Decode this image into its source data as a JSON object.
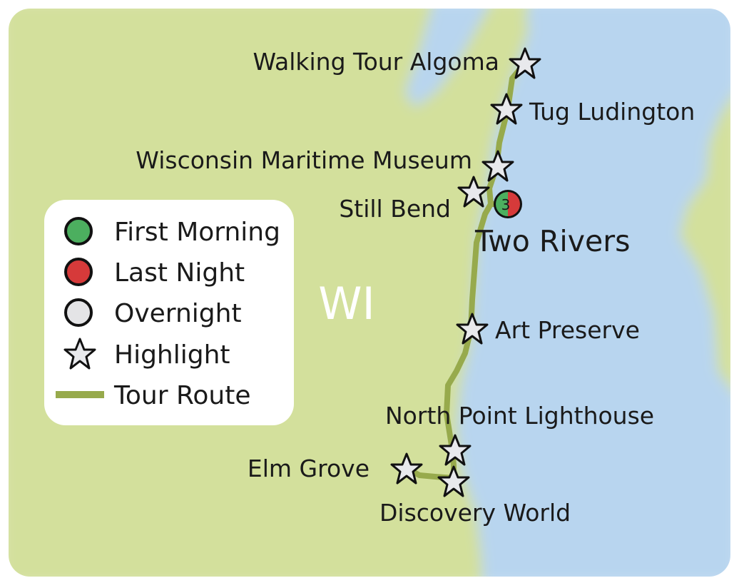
{
  "map": {
    "state_label": "WI",
    "colors": {
      "land": "#d3e09c",
      "water": "#b8d5ef",
      "route": "#97aa4c",
      "first_morning": "#4caf5f",
      "last_night": "#d63a3a",
      "overnight": "#e4e4e6",
      "highlight": "#e8e9ec",
      "outline": "#111111",
      "legend_bg": "#ffffff"
    },
    "legend": {
      "items": [
        {
          "label": "First Morning",
          "icon": "circle-green-icon"
        },
        {
          "label": "Last Night",
          "icon": "circle-red-icon"
        },
        {
          "label": "Overnight",
          "icon": "circle-light-gray-icon"
        },
        {
          "label": "Highlight",
          "icon": "star-icon"
        },
        {
          "label": "Tour Route",
          "icon": "route-line-icon"
        }
      ]
    },
    "overnight_stop": {
      "name": "Two Rivers",
      "number": "3"
    },
    "highlights": [
      {
        "name": "Walking Tour Algoma"
      },
      {
        "name": "Tug Ludington"
      },
      {
        "name": "Wisconsin Maritime Museum"
      },
      {
        "name": "Still Bend"
      },
      {
        "name": "Art Preserve"
      },
      {
        "name": "North Point Lighthouse"
      },
      {
        "name": "Elm Grove"
      },
      {
        "name": "Discovery World"
      }
    ]
  }
}
